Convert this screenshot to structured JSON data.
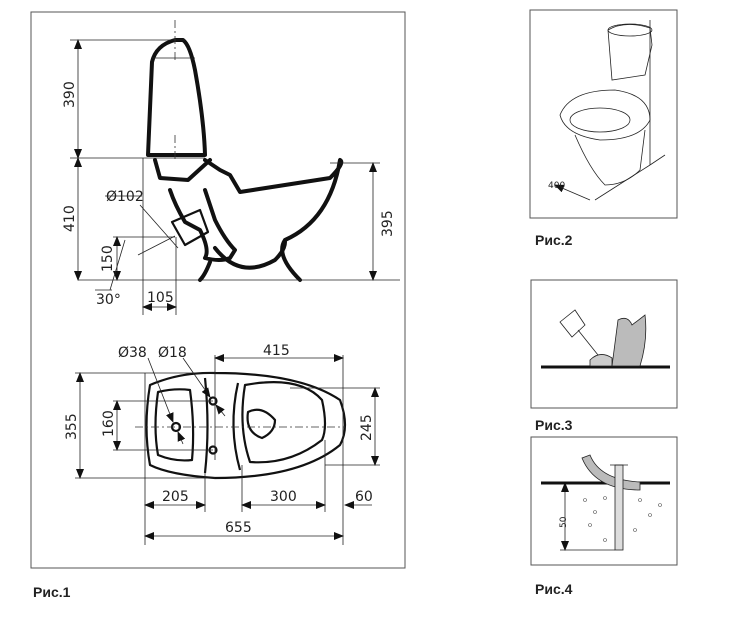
{
  "figures": {
    "fig1": {
      "caption": "Рис.1",
      "side_view": {
        "tank_height": "390",
        "bowl_height": "410",
        "rim_height": "395",
        "outlet_diameter": "Ø102",
        "outlet_height": "150",
        "outlet_angle": "30°",
        "outlet_offset": "105"
      },
      "top_view": {
        "hole_large": "Ø38",
        "hole_small": "Ø18",
        "length_front": "415",
        "width": "355",
        "hole_spacing": "160",
        "seat_width": "245",
        "tank_depth": "205",
        "seat_length": "300",
        "front_overhang": "60",
        "total_length": "655"
      }
    },
    "fig2": {
      "caption": "Рис.2",
      "wall_distance": "400"
    },
    "fig3": {
      "caption": "Рис.3"
    },
    "fig4": {
      "caption": "Рис.4",
      "depth": "50"
    }
  }
}
